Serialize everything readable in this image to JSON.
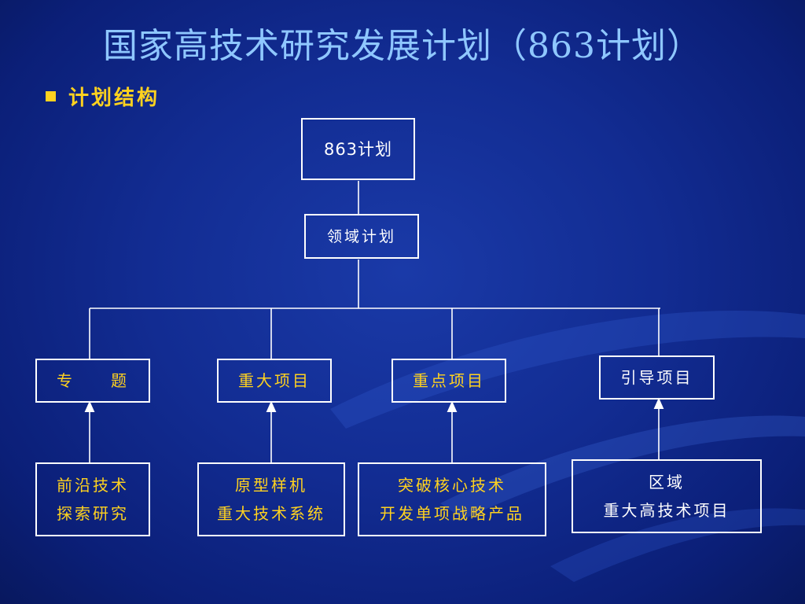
{
  "title": "国家高技术研究发展计划（863计划）",
  "subtitle": "计划结构",
  "colors": {
    "title": "#8fc7ff",
    "accent": "#ffd21f",
    "box_border": "#ffffff",
    "background": "#122c92"
  },
  "chart": {
    "root": "863计划",
    "level1": "领域计划",
    "level2": [
      "专　　题",
      "重大项目",
      "重点项目",
      "引导项目"
    ],
    "level3": [
      [
        "前沿技术",
        "探索研究"
      ],
      [
        "原型样机",
        "重大技术系统"
      ],
      [
        "突破核心技术",
        "开发单项战略产品"
      ],
      [
        "区域",
        "重大高技术项目"
      ]
    ]
  }
}
